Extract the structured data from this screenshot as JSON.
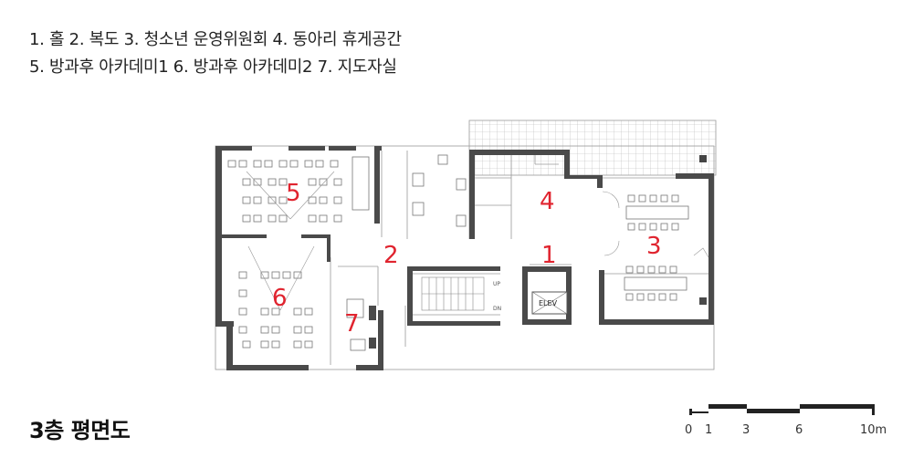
{
  "legend": {
    "line1": "1. 홀  2. 복도  3. 청소년 운영위원회  4. 동아리 휴게공간",
    "line2": "5. 방과후 아카데미1  6. 방과후 아카데미2  7. 지도자실"
  },
  "title": "3층 평면도",
  "rooms": [
    "1",
    "2",
    "3",
    "4",
    "5",
    "6",
    "7"
  ],
  "plan_labels": {
    "elev": "ELEV",
    "up": "UP",
    "dn": "DN"
  },
  "scale": {
    "ticks": [
      "0",
      "1",
      "3",
      "6",
      "10m"
    ]
  },
  "colors": {
    "room_number": "#e0242f",
    "wall": "#4a4a4a",
    "line": "#8a8a8a"
  }
}
